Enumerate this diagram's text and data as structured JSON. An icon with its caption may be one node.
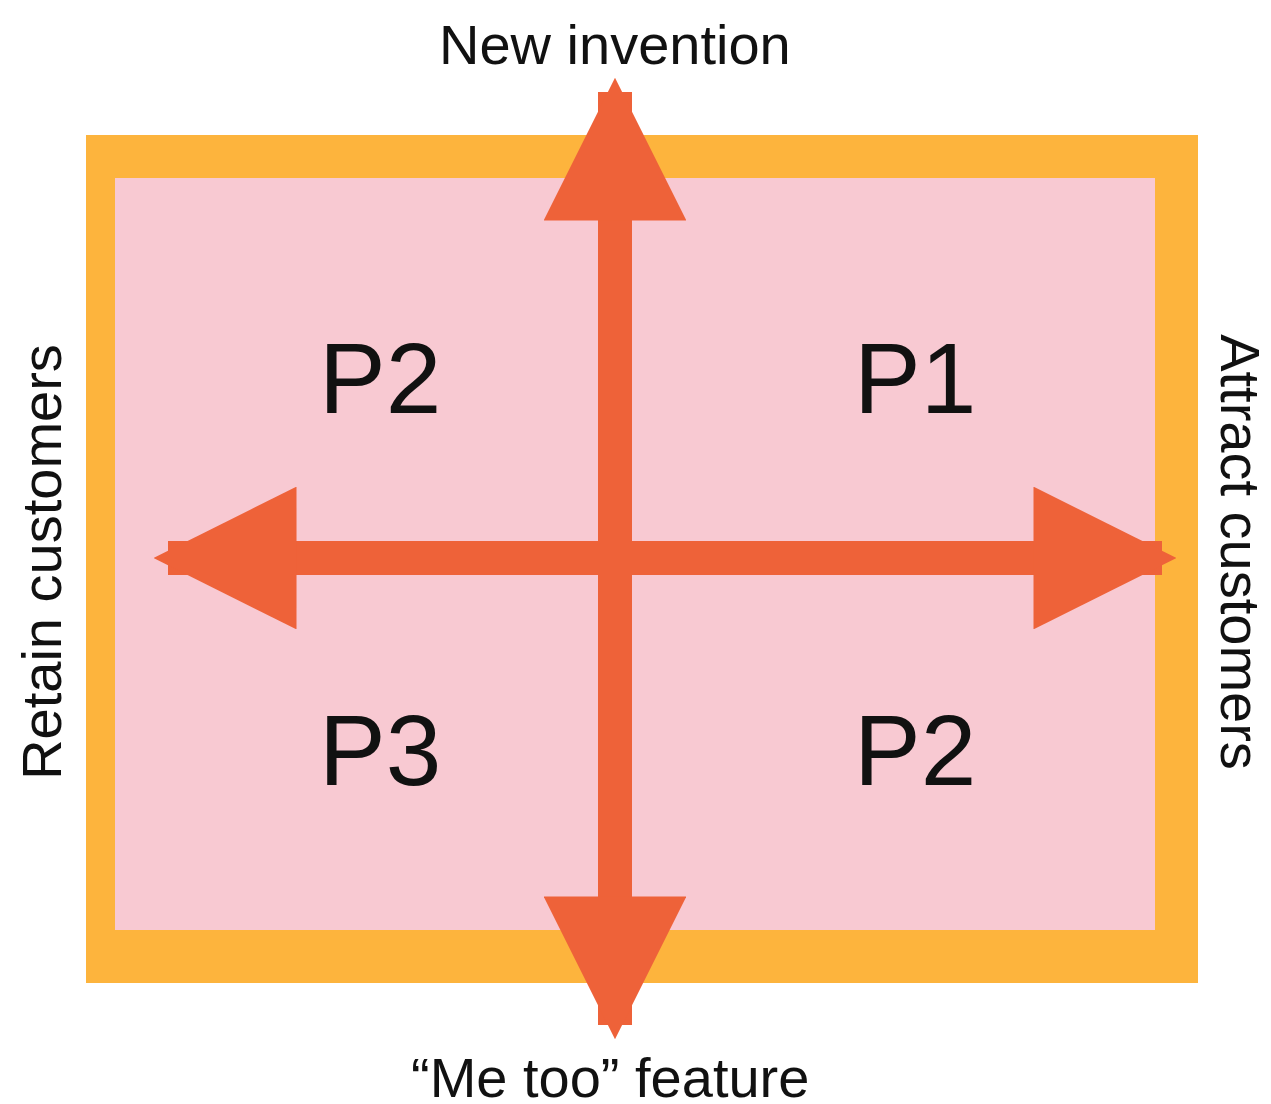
{
  "diagram": {
    "labels": [
      "New invention",
      "Retain customers",
      "P2",
      "P1",
      "Attract customers",
      "P3",
      "P2",
      "“Me too” feature"
    ]
  }
}
